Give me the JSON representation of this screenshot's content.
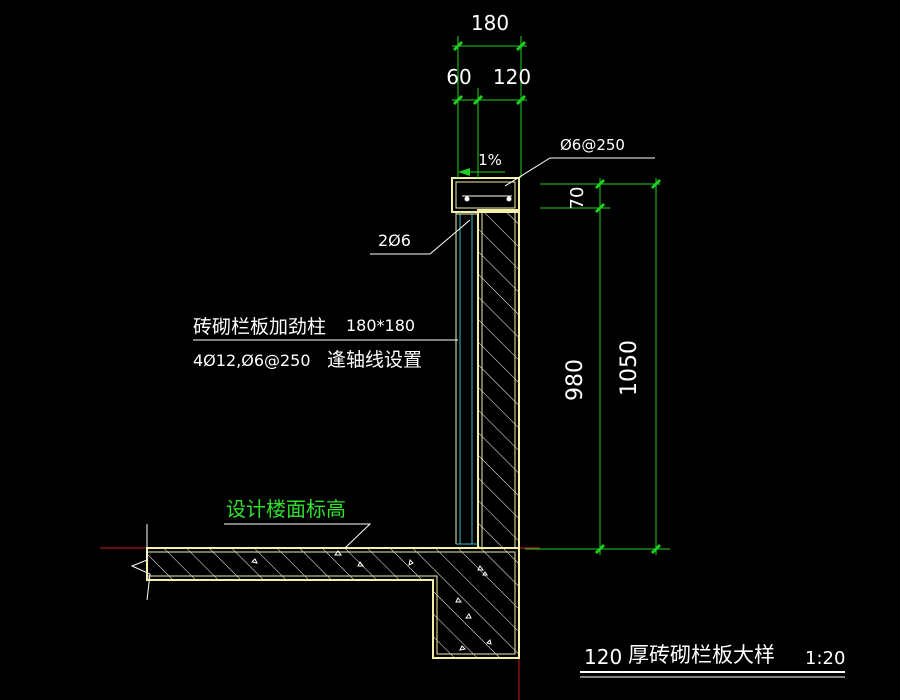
{
  "colors": {
    "background": "#000000",
    "outline": "#f5f0a8",
    "hatch": "#ffffff",
    "dimension": "#1fcf1f",
    "text": "#ffffff",
    "green_text": "#2fe02f",
    "axis": "#d01818",
    "leader": "#ffffff",
    "cyan": "#3fb8c8"
  },
  "dimensions": {
    "top_total": "180",
    "top_left": "60",
    "top_right": "120",
    "cap_height": "70",
    "wall_height": "980",
    "total_height": "1050"
  },
  "labels": {
    "slope": "1%",
    "cap_rebar": "Ø6@250",
    "cap_bars": "2Ø6",
    "column_title": "砖砌栏板加劲柱",
    "column_size": "180*180",
    "column_rebar": "4Ø12,Ø6@250",
    "column_note": "逢轴线设置",
    "floor_level": "设计楼面标高"
  },
  "title_block": {
    "thickness": "120",
    "name": "厚砖砌栏板大样",
    "scale": "1:20"
  }
}
